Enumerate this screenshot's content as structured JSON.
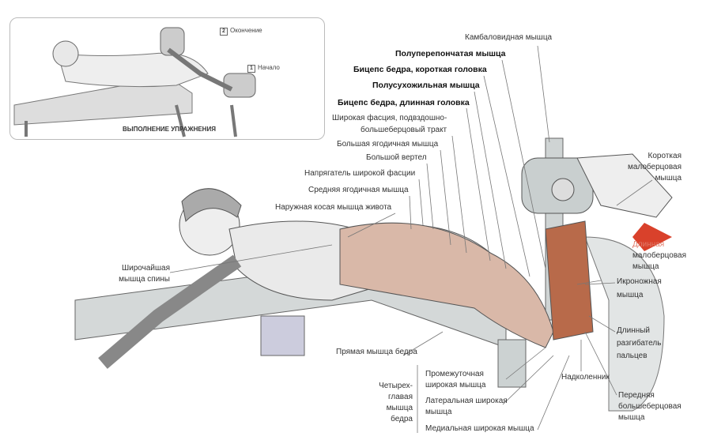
{
  "inset": {
    "caption": "ВЫПОЛНЕНИЕ УПРАЖНЕНИЯ",
    "end": {
      "num": "2",
      "label": "Окончение"
    },
    "start": {
      "num": "1",
      "label": "Начало"
    }
  },
  "labels": {
    "soleus": "Камбаловидная мышца",
    "semimembranosus": "Полуперепончатая мышца",
    "biceps_short": "Бицепс бедра, короткая головка",
    "semitendinosus": "Полусухожильная мышца",
    "biceps_long": "Бицепс бедра, длинная головка",
    "fascia_1": "Широкая фасция, подвздошно-",
    "fascia_2": "большеберцовый тракт",
    "gluteus_max": "Большая ягодичная мышца",
    "trochanter": "Большой вертел",
    "tfl": "Напрягатель широкой фасции",
    "gluteus_med": "Средняя ягодичная мышца",
    "oblique": "Наружная косая мышца живота",
    "lat_1": "Широчайшая",
    "lat_2": "мышца спины",
    "rectus_femoris": "Прямая мышца бедра",
    "quad_1": "Четырех-",
    "quad_2": "главая",
    "quad_3": "мышца",
    "quad_4": "бедра",
    "intermedius_1": "Промежуточная",
    "intermedius_2": "широкая мышца",
    "lateralis_1": "Латеральная широкая",
    "lateralis_2": "мышца",
    "medialis": "Медиальная широкая мышца",
    "peroneus_brevis_1": "Короткая",
    "peroneus_brevis_2": "малоберцовая",
    "peroneus_brevis_3": "мышца",
    "peroneus_longus_1": "Длинная",
    "peroneus_longus_2": "малоберцовая",
    "peroneus_longus_3": "мышца",
    "gastrocnemius_1": "Икроножная",
    "gastrocnemius_2": "мышца",
    "ext_digitorum_1": "Длинный",
    "ext_digitorum_2": "разгибатель",
    "ext_digitorum_3": "пальцев",
    "patella": "Надколенник",
    "tibialis_1": "Передняя",
    "tibialis_2": "большеберцовая",
    "tibialis_3": "мышца"
  },
  "colors": {
    "arrow": "#d9412b",
    "muscle": "#b86a4a",
    "sketch": "#9aa0a0"
  }
}
